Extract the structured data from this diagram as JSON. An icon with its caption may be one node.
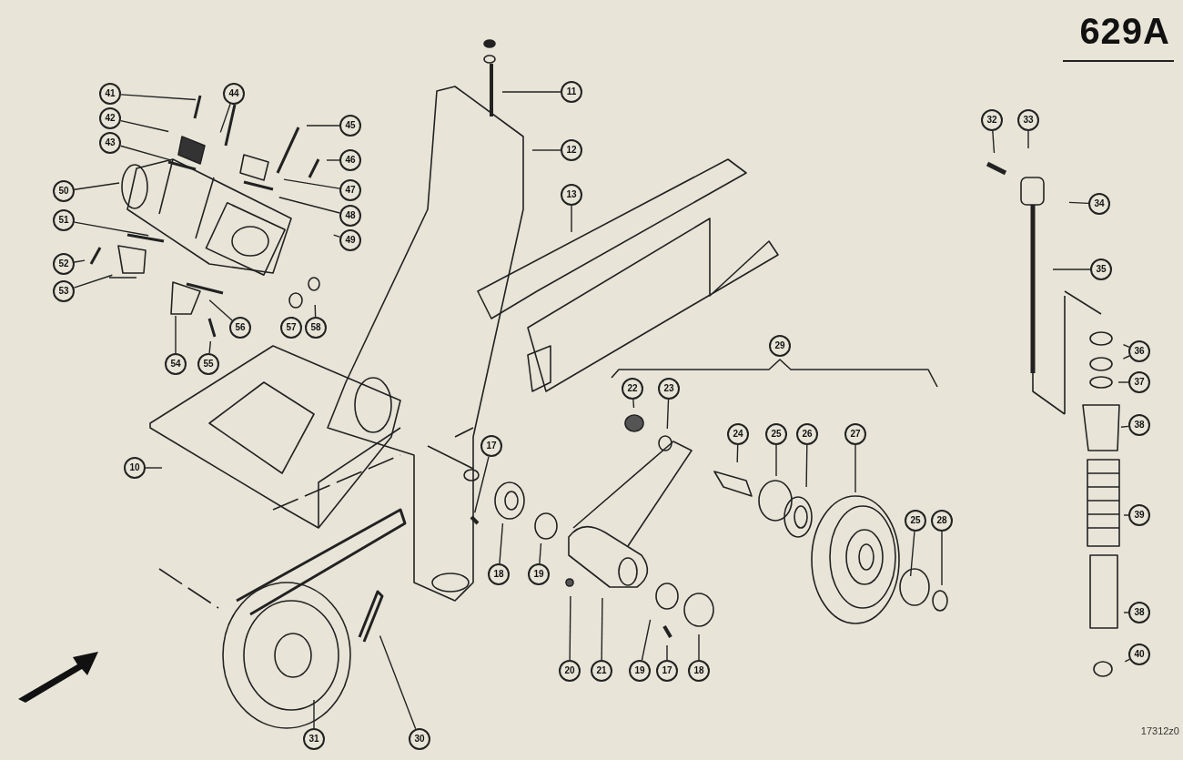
{
  "diagram": {
    "title": "629A",
    "nodes": [
      {
        "text": [
          "41"
        ]
      },
      {
        "text": [
          "42"
        ]
      },
      {
        "text": [
          "43"
        ]
      },
      {
        "text": [
          "44"
        ]
      },
      {
        "text": [
          "45"
        ]
      },
      {
        "text": [
          "46"
        ]
      },
      {
        "text": [
          "47"
        ]
      },
      {
        "text": [
          "48"
        ]
      },
      {
        "text": [
          "49"
        ]
      },
      {
        "text": [
          "50"
        ]
      },
      {
        "text": [
          "51"
        ]
      },
      {
        "text": [
          "52"
        ]
      },
      {
        "text": [
          "53"
        ]
      },
      {
        "text": [
          "54"
        ]
      },
      {
        "text": [
          "55"
        ]
      },
      {
        "text": [
          "56"
        ]
      },
      {
        "text": [
          "57"
        ]
      },
      {
        "text": [
          "58"
        ]
      },
      {
        "text": [
          "11"
        ]
      },
      {
        "text": [
          "12"
        ]
      },
      {
        "text": [
          "13"
        ]
      },
      {
        "text": [
          "10"
        ]
      },
      {
        "text": [
          "17"
        ]
      },
      {
        "text": [
          "18"
        ]
      },
      {
        "text": [
          "19"
        ]
      },
      {
        "text": [
          "29"
        ]
      },
      {
        "text": [
          "22"
        ]
      },
      {
        "text": [
          "23"
        ]
      },
      {
        "text": [
          "24"
        ]
      },
      {
        "text": [
          "25"
        ]
      },
      {
        "text": [
          "26"
        ]
      },
      {
        "text": [
          "27"
        ]
      },
      {
        "text": [
          "25"
        ]
      },
      {
        "text": [
          "28"
        ]
      },
      {
        "text": [
          "20"
        ]
      },
      {
        "text": [
          "21"
        ]
      },
      {
        "text": [
          "19"
        ]
      },
      {
        "text": [
          "17"
        ]
      },
      {
        "text": [
          "18"
        ]
      },
      {
        "text": [
          "31"
        ]
      },
      {
        "text": [
          "30"
        ]
      },
      {
        "text": [
          "32"
        ]
      },
      {
        "text": [
          "33"
        ]
      },
      {
        "text": [
          "34"
        ]
      },
      {
        "text": [
          "35"
        ]
      },
      {
        "text": [
          "36"
        ]
      },
      {
        "text": [
          "37"
        ]
      },
      {
        "text": [
          "38"
        ]
      },
      {
        "text": [
          "39"
        ]
      },
      {
        "text": [
          "38"
        ]
      },
      {
        "text": [
          "40"
        ]
      }
    ],
    "edges": [
      {
        "from": 0,
        "to": null,
        "arrow": "none"
      },
      {
        "from": 1,
        "to": null,
        "arrow": "none"
      },
      {
        "from": 2,
        "to": null,
        "arrow": "none"
      },
      {
        "from": 3,
        "to": null,
        "arrow": "none"
      },
      {
        "from": 4,
        "to": null,
        "arrow": "none"
      },
      {
        "from": 5,
        "to": null,
        "arrow": "none"
      },
      {
        "from": 6,
        "to": null,
        "arrow": "none"
      },
      {
        "from": 7,
        "to": null,
        "arrow": "none"
      },
      {
        "from": 8,
        "to": null,
        "arrow": "none"
      },
      {
        "from": 9,
        "to": null,
        "arrow": "none"
      },
      {
        "from": 10,
        "to": null,
        "arrow": "none"
      },
      {
        "from": 11,
        "to": null,
        "arrow": "none"
      },
      {
        "from": 12,
        "to": null,
        "arrow": "none"
      },
      {
        "from": 13,
        "to": null,
        "arrow": "none"
      },
      {
        "from": 14,
        "to": null,
        "arrow": "none"
      },
      {
        "from": 15,
        "to": null,
        "arrow": "none"
      },
      {
        "from": 16,
        "to": null,
        "arrow": "none"
      },
      {
        "from": 17,
        "to": null,
        "arrow": "none"
      },
      {
        "from": 18,
        "to": null,
        "arrow": "none"
      },
      {
        "from": 19,
        "to": null,
        "arrow": "none"
      },
      {
        "from": 20,
        "to": null,
        "arrow": "none"
      },
      {
        "from": 21,
        "to": null,
        "arrow": "none"
      },
      {
        "from": 22,
        "to": null,
        "arrow": "none"
      },
      {
        "from": 23,
        "to": null,
        "arrow": "none"
      },
      {
        "from": 24,
        "to": null,
        "arrow": "none"
      },
      {
        "from": 26,
        "to": null,
        "arrow": "none"
      },
      {
        "from": 27,
        "to": null,
        "arrow": "none"
      },
      {
        "from": 28,
        "to": null,
        "arrow": "none"
      },
      {
        "from": 29,
        "to": null,
        "arrow": "none"
      },
      {
        "from": 30,
        "to": null,
        "arrow": "none"
      },
      {
        "from": 31,
        "to": null,
        "arrow": "none"
      },
      {
        "from": 32,
        "to": null,
        "arrow": "none"
      },
      {
        "from": 33,
        "to": null,
        "arrow": "none"
      },
      {
        "from": 34,
        "to": null,
        "arrow": "none"
      },
      {
        "from": 35,
        "to": null,
        "arrow": "none"
      },
      {
        "from": 36,
        "to": null,
        "arrow": "none"
      },
      {
        "from": 37,
        "to": null,
        "arrow": "none"
      },
      {
        "from": 38,
        "to": null,
        "arrow": "none"
      },
      {
        "from": 39,
        "to": null,
        "arrow": "none"
      },
      {
        "from": 40,
        "to": null,
        "arrow": "none"
      },
      {
        "from": 41,
        "to": null,
        "arrow": "none"
      },
      {
        "from": 42,
        "to": null,
        "arrow": "none"
      },
      {
        "from": 43,
        "to": null,
        "arrow": "none"
      },
      {
        "from": 44,
        "to": null,
        "arrow": "none"
      },
      {
        "from": 45,
        "to": null,
        "arrow": "none"
      },
      {
        "from": 45,
        "to": null,
        "arrow": "none"
      },
      {
        "from": 46,
        "to": null,
        "arrow": "none"
      },
      {
        "from": 47,
        "to": null,
        "arrow": "none"
      },
      {
        "from": 48,
        "to": null,
        "arrow": "none"
      },
      {
        "from": 49,
        "to": null,
        "arrow": "none"
      },
      {
        "from": 50,
        "to": null,
        "arrow": "none"
      }
    ],
    "labels": [
      "17312z0"
    ]
  }
}
